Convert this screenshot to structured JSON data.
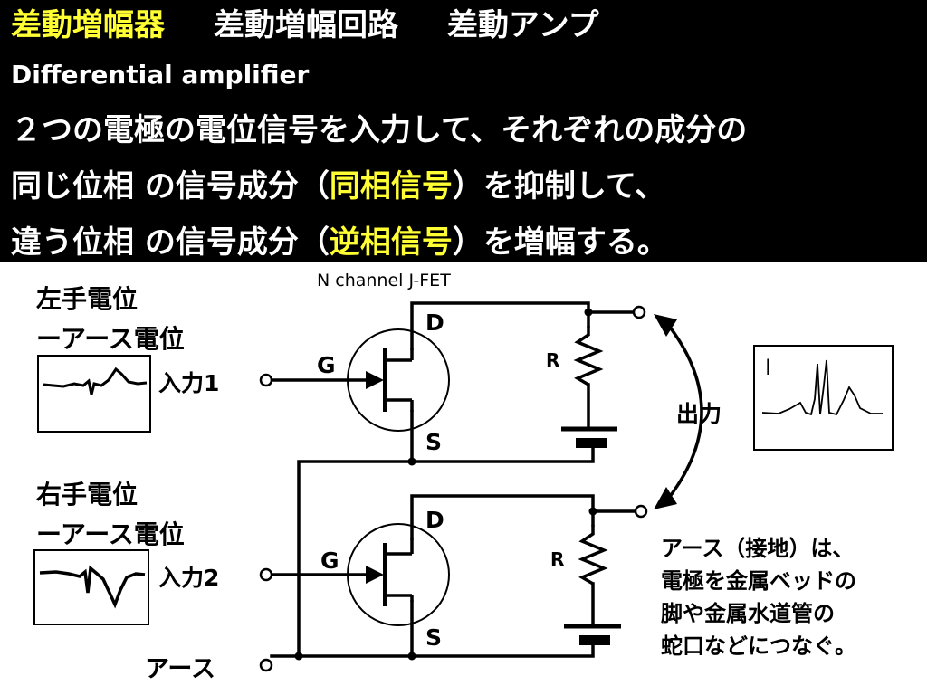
{
  "header": {
    "title_primary": "差動増幅器",
    "title_alt1": "差動増幅回路",
    "title_alt2": "差動アンプ",
    "english": "Differential amplifier",
    "line1": "２つの電極の電位信号を入力して、それぞれの成分の",
    "line2_pre": "同じ位相 の信号成分（",
    "line2_highlight": "同相信号",
    "line2_post": "）を抑制して、",
    "line3_pre": "違う位相 の信号成分（",
    "line3_highlight": "逆相信号",
    "line3_post": "）を増幅する。",
    "highlight_color": "#ffff33",
    "background_color": "#000000"
  },
  "diagram": {
    "fet_type": "N channel J-FET",
    "left_label_line1": "左手電位",
    "left_label_line2": "ーアース電位",
    "right_label_line1": "右手電位",
    "right_label_line2": "ーアース電位",
    "input1": "入力1",
    "input2": "入力2",
    "ground": "アース",
    "output": "出力",
    "gate": "G",
    "drain": "D",
    "source": "S",
    "resistor": "R",
    "ecg_lead": "I",
    "note_line1": "アース（接地）は、",
    "note_line2": "電極を金属ベッドの",
    "note_line3": "脚や金属水道管の",
    "note_line4": "蛇口などにつなぐ。"
  }
}
